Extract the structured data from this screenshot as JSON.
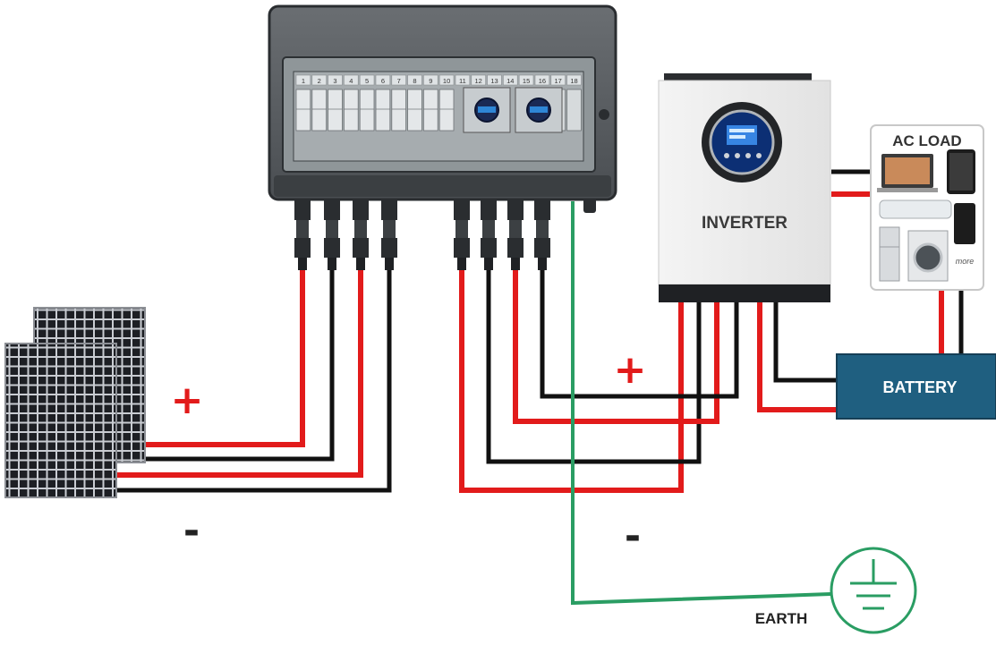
{
  "combiner_box": {
    "slot_numbers": [
      "1",
      "2",
      "3",
      "4",
      "5",
      "6",
      "7",
      "8",
      "9",
      "10",
      "11",
      "12",
      "13",
      "14",
      "15",
      "16",
      "17",
      "18"
    ]
  },
  "inverter": {
    "label": "INVERTER"
  },
  "ac_load": {
    "label": "AC LOAD",
    "more_text": "more"
  },
  "battery": {
    "label": "BATTERY"
  },
  "earth": {
    "label": "EARTH"
  },
  "polarity": {
    "plus": "+",
    "minus": "-"
  },
  "colors": {
    "positive_wire": "#e21b1b",
    "negative_wire": "#111111",
    "earth_wire": "#2a9d63",
    "battery_fill": "#1f5f80",
    "panel_cell": "#1d1f24",
    "box_body": "#4a4e52"
  }
}
